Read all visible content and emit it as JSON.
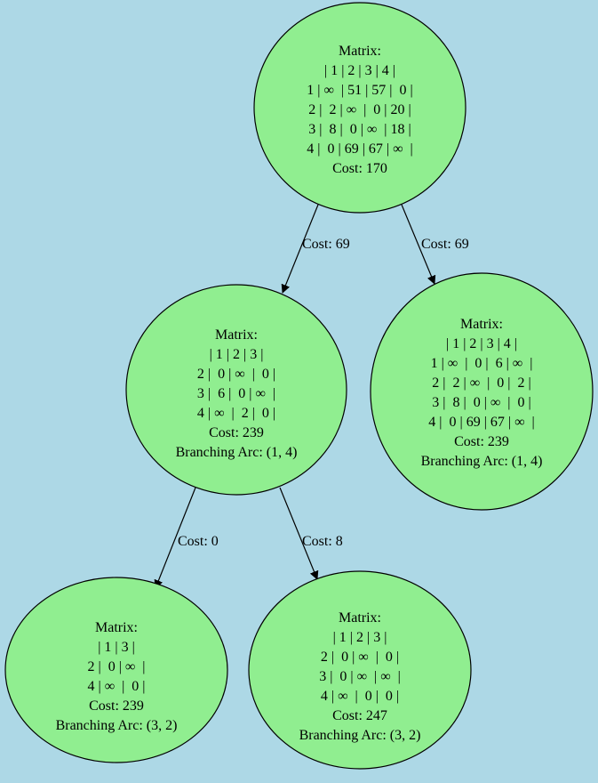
{
  "diagram": {
    "background": "#add8e6",
    "node_fill": "#90ee90",
    "stroke": "#000000",
    "nodes": [
      {
        "id": "root",
        "lines": [
          "Matrix:",
          "| 1 | 2 | 3 | 4 |",
          "1 | ∞  | 51 | 57 |  0 |",
          "2 |  2 | ∞  |  0 | 20 |",
          "3 |  8 |  0 | ∞  | 18 |",
          "4 |  0 | 69 | 67 | ∞  |",
          "Cost: 170"
        ]
      },
      {
        "id": "left",
        "lines": [
          "Matrix:",
          "| 1 | 2 | 3 |",
          "2 |  0 | ∞  |  0 |",
          "3 |  6 |  0 | ∞  |",
          "4 | ∞  |  2 |  0 |",
          "Cost: 239",
          "Branching Arc: (1, 4)"
        ]
      },
      {
        "id": "right",
        "lines": [
          "Matrix:",
          "| 1 | 2 | 3 | 4 |",
          "1 | ∞  |  0 |  6 | ∞  |",
          "2 |  2 | ∞  |  0 |  2 |",
          "3 |  8 |  0 | ∞  |  0 |",
          "4 |  0 | 69 | 67 | ∞  |",
          "Cost: 239",
          "Branching Arc: (1, 4)"
        ]
      },
      {
        "id": "left-left",
        "lines": [
          "Matrix:",
          "| 1 | 3 |",
          "2 |  0 | ∞  |",
          "4 | ∞  |  0 |",
          "Cost: 239",
          "Branching Arc: (3, 2)"
        ]
      },
      {
        "id": "left-right",
        "lines": [
          "Matrix:",
          "| 1 | 2 | 3 |",
          "2 |  0 | ∞  |  0 |",
          "3 |  0 | ∞  | ∞  |",
          "4 | ∞  |  0 |  0 |",
          "Cost: 247",
          "Branching Arc: (3, 2)"
        ]
      }
    ],
    "edges": [
      {
        "from": "root",
        "to": "left",
        "label": "Cost: 69"
      },
      {
        "from": "root",
        "to": "right",
        "label": "Cost: 69"
      },
      {
        "from": "left",
        "to": "left-left",
        "label": "Cost: 0"
      },
      {
        "from": "left",
        "to": "left-right",
        "label": "Cost: 8"
      }
    ]
  }
}
